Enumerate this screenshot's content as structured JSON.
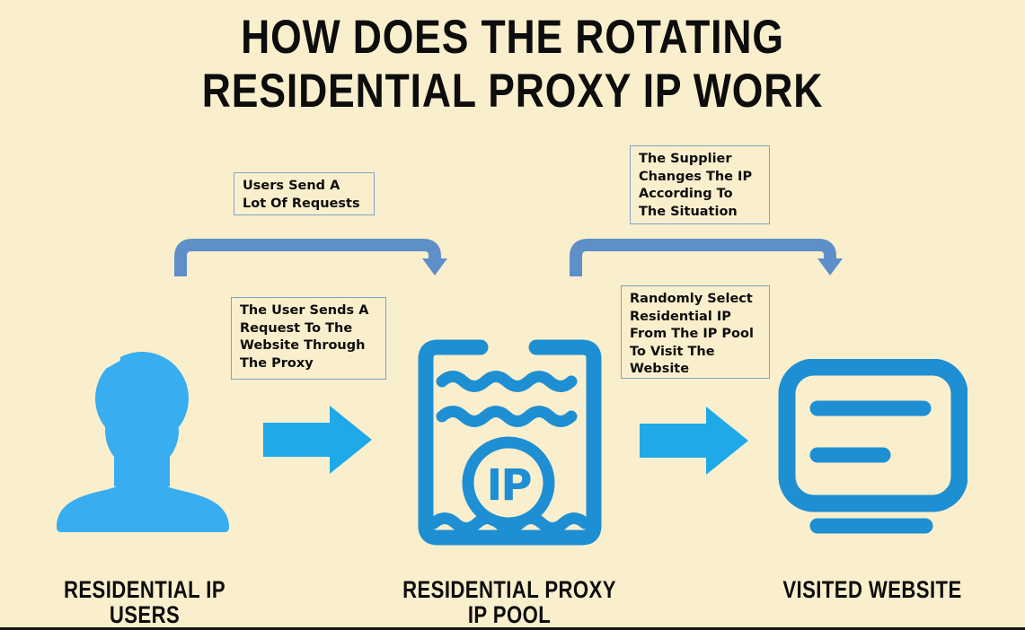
{
  "title": {
    "line1": "HOW DOES THE ROTATING",
    "line2": "RESIDENTIAL PROXY IP WORK"
  },
  "callouts": {
    "users_send": "Users Send A\nLot Of Requests",
    "supplier_changes": "The Supplier\nChanges The IP\nAccording To\nThe Situation",
    "user_sends": "The User Sends A\nRequest To The\nWebsite Through\nThe Proxy",
    "randomly_select": "Randomly Select\nResidential IP\nFrom The IP Pool\nTo Visit The\nWebsite"
  },
  "nodes": {
    "users": {
      "label": "RESIDENTIAL IP USERS",
      "icon": "user-silhouette-icon"
    },
    "pool": {
      "label": "RESIDENTIAL PROXY IP POOL",
      "icon": "ip-pool-icon",
      "icon_text": "IP"
    },
    "website": {
      "label": "VISITED WEBSITE",
      "icon": "monitor-icon"
    }
  },
  "colors": {
    "background": "#FAEFCD",
    "text": "#0d0d0d",
    "callout-border": "#7FA3C6",
    "flow-arrow": "#5E8FC9",
    "block-arrow": "#1FA9E8",
    "person-blue": "#38ADEF",
    "icon-blue": "#1E8FD2"
  }
}
